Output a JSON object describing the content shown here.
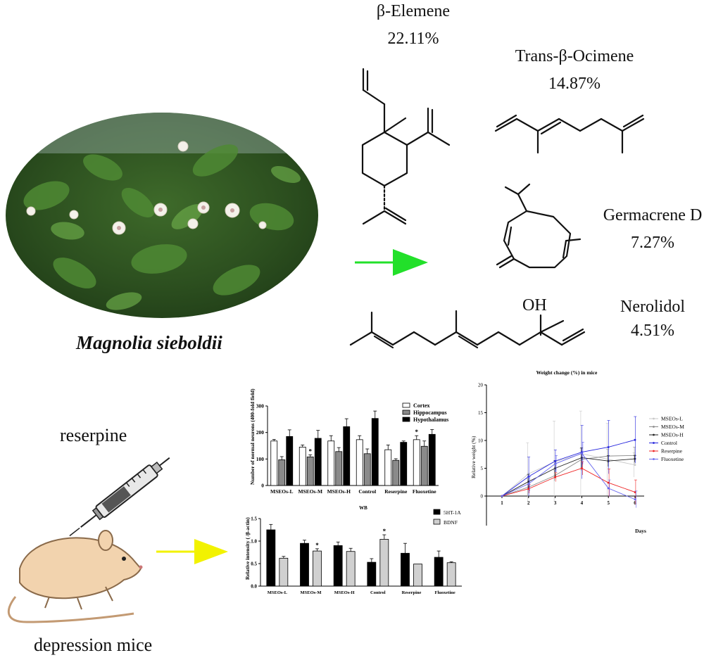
{
  "plant": {
    "name": "Magnolia sieboldii"
  },
  "compounds": [
    {
      "name": "β-Elemene",
      "percent": "22.11%"
    },
    {
      "name": "Trans-β-Ocimene",
      "percent": "14.87%"
    },
    {
      "name": "Germacrene D",
      "percent": "7.27%"
    },
    {
      "name": "Nerolidol",
      "percent": "4.51%"
    }
  ],
  "nerolidol_group": "OH",
  "model": {
    "drug": "reserpine",
    "subject": "depression mice"
  },
  "colors": {
    "green_arrow": "#22e02a",
    "yellow_arrow": "#f2f200",
    "control_line": "#2222dd",
    "reserpine_line": "#ee2222",
    "fluoxetine_line": "#6666ee"
  },
  "chart_data": [
    {
      "type": "bar",
      "title": "",
      "ylabel": "Number of normal neurons (400-fold field)",
      "ylim": [
        0,
        300
      ],
      "yticks": [
        "0",
        "100",
        "200",
        "300"
      ],
      "categories": [
        "MSEOs-L",
        "MSEOs-M",
        "MSEOs-H",
        "Control",
        "Reserpine",
        "Fluoxetine"
      ],
      "legend_position": "top-right",
      "series": [
        {
          "name": "Cortex",
          "color": "#ffffff",
          "values": [
            168,
            145,
            168,
            173,
            135,
            173
          ],
          "errors": [
            6,
            8,
            20,
            15,
            18,
            15
          ]
        },
        {
          "name": "Hippocampus",
          "color": "#8a8a8a",
          "values": [
            97,
            108,
            128,
            120,
            95,
            148
          ],
          "errors": [
            12,
            8,
            15,
            18,
            6,
            20
          ]
        },
        {
          "name": "Hypothalamus",
          "color": "#000000",
          "values": [
            185,
            178,
            222,
            253,
            163,
            193
          ],
          "errors": [
            25,
            30,
            30,
            28,
            5,
            18
          ]
        }
      ],
      "markers": [
        {
          "category": "MSEOs-M",
          "series": "Hippocampus",
          "symbol": "*"
        },
        {
          "category": "Fluoxetine",
          "series": "Cortex",
          "symbol": "*"
        }
      ]
    },
    {
      "type": "bar",
      "title": "WB",
      "ylabel": "Relative intensity ( /β-actin)",
      "ylim": [
        0,
        1.5
      ],
      "yticks": [
        "0.0",
        "0.5",
        "1.0",
        "1.5"
      ],
      "categories": [
        "MSEOs-L",
        "MSEOs-M",
        "MSEOs-H",
        "Control",
        "Reserpine",
        "Fluoxetine"
      ],
      "legend_position": "top-right",
      "series": [
        {
          "name": "5HT-1A",
          "color": "#000000",
          "values": [
            1.25,
            0.95,
            0.9,
            0.53,
            0.73,
            0.64
          ],
          "errors": [
            0.12,
            0.07,
            0.08,
            0.08,
            0.22,
            0.14
          ]
        },
        {
          "name": "BDNF",
          "color": "#d0d0d0",
          "values": [
            0.62,
            0.78,
            0.77,
            1.04,
            0.49,
            0.52
          ],
          "errors": [
            0.04,
            0.05,
            0.07,
            0.1,
            0.0,
            0.02
          ]
        }
      ],
      "markers": [
        {
          "category": "MSEOs-M",
          "series": "BDNF",
          "symbol": "*"
        },
        {
          "category": "Control",
          "series": "BDNF",
          "symbol": "*"
        }
      ]
    },
    {
      "type": "line",
      "title": "Weight change (%) in mice",
      "xlabel": "Days",
      "ylabel": "Relative weight (%)",
      "x": [
        1,
        2,
        3,
        4,
        5,
        6
      ],
      "xticks": [
        "1",
        "2",
        "3",
        "4",
        "5",
        "6"
      ],
      "ylim": [
        0,
        20
      ],
      "yticks": [
        "0",
        "5",
        "10",
        "15",
        "20"
      ],
      "legend_position": "right",
      "series": [
        {
          "name": "MSEOs-L",
          "color": "#c8c8c8",
          "values": [
            0,
            4.0,
            6.2,
            7.6,
            6.6,
            5.6
          ],
          "errors": [
            0,
            5.6,
            7.3,
            7.7,
            6.5,
            2.2
          ]
        },
        {
          "name": "MSEOs-M",
          "color": "#8a8a8a",
          "values": [
            0,
            1.6,
            3.7,
            6.6,
            7.2,
            7.3
          ],
          "errors": [
            0,
            1.5,
            1.0,
            2.0,
            1.2,
            1.5
          ]
        },
        {
          "name": "MSEOs-H",
          "color": "#222222",
          "values": [
            0,
            2.6,
            5.0,
            6.9,
            6.3,
            6.7
          ],
          "errors": [
            0,
            1.3,
            1.4,
            1.8,
            1.0,
            0.6
          ]
        },
        {
          "name": "Control",
          "color": "#2222dd",
          "values": [
            0,
            3.5,
            6.3,
            7.9,
            8.8,
            10.1
          ],
          "errors": [
            0,
            3.5,
            2.0,
            4.8,
            4.8,
            4.2
          ]
        },
        {
          "name": "Reserpine",
          "color": "#ee2222",
          "values": [
            0,
            1.3,
            3.4,
            5.0,
            2.4,
            0.7
          ],
          "errors": [
            0,
            0.8,
            0.8,
            1.2,
            2.5,
            2.2
          ]
        },
        {
          "name": "Fluoxetine",
          "color": "#6666ee",
          "values": [
            0,
            2.2,
            5.8,
            7.7,
            1.4,
            -0.6
          ],
          "errors": [
            0,
            1.3,
            1.5,
            2.0,
            1.5,
            1.5
          ]
        }
      ]
    }
  ]
}
